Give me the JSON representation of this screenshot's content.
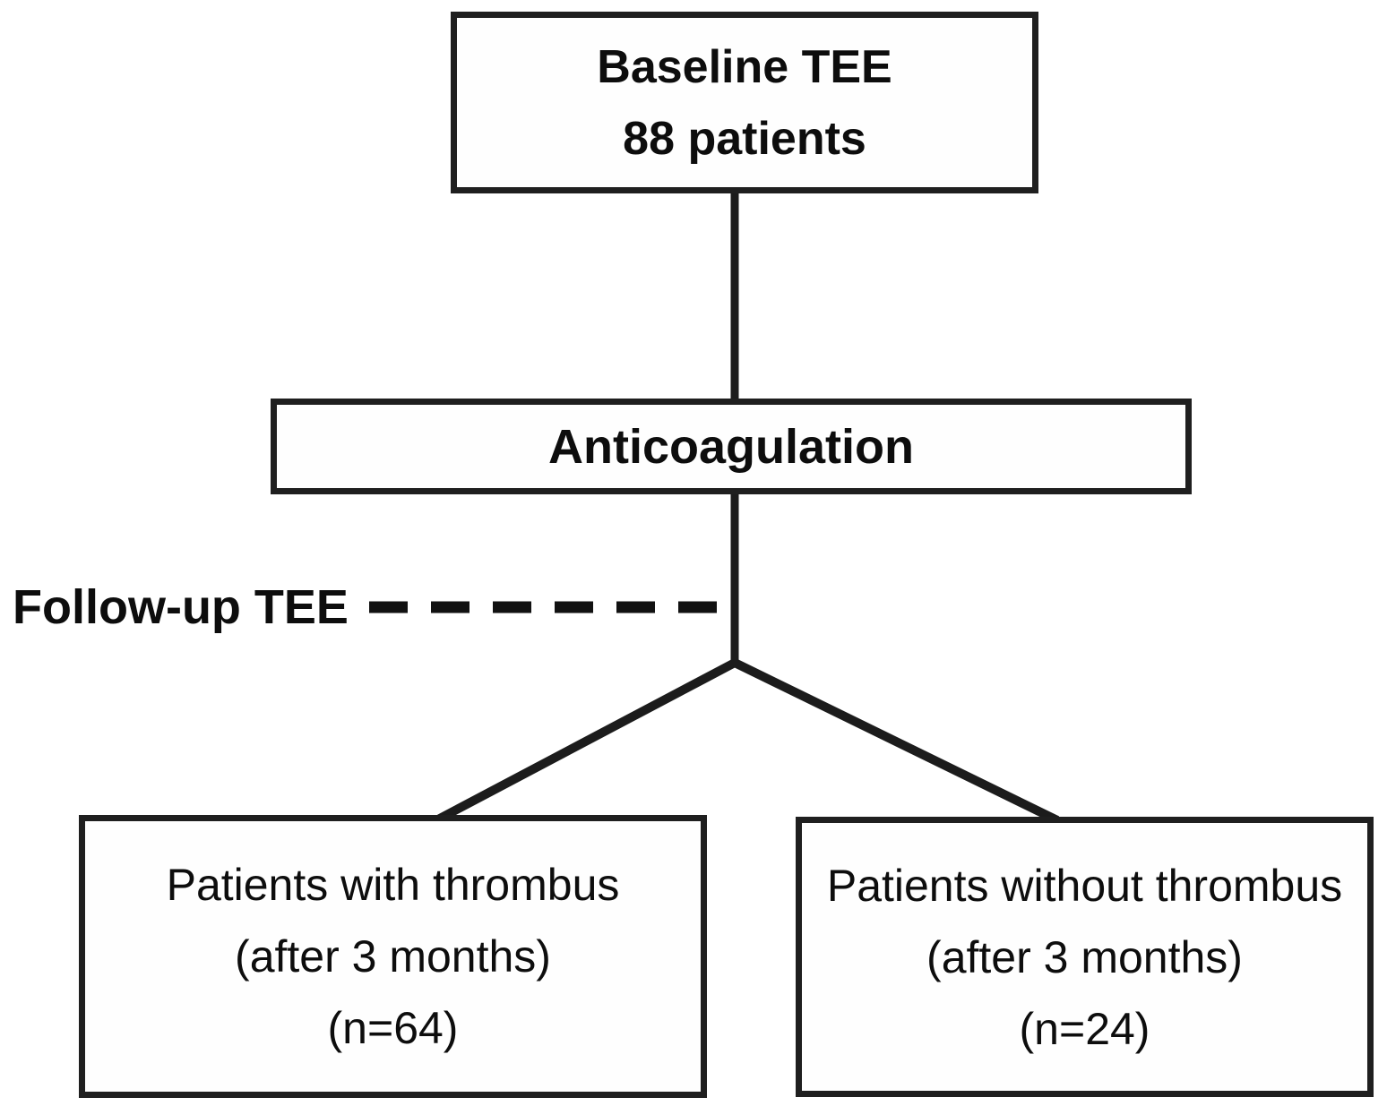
{
  "figure": {
    "type": "flowchart",
    "background_color": "#ffffff",
    "line_color": "#1c1c1c",
    "border_color": "#1f1f1f",
    "text_color": "#0d0d0d",
    "nodes": {
      "baseline": {
        "line1": "Baseline TEE",
        "line2": "88 patients"
      },
      "anticoagulation": {
        "label": "Anticoagulation"
      },
      "with_thrombus": {
        "line1": "Patients with thrombus",
        "line2": "(after 3 months)",
        "line3": "(n=64)"
      },
      "without_thrombus": {
        "line1": "Patients without thrombus",
        "line2": "(after 3 months)",
        "line3": "(n=24)"
      }
    },
    "annotations": {
      "followup_label": "Follow-up TEE"
    },
    "edges": [
      {
        "from": "baseline",
        "to": "anticoagulation",
        "style": "solid"
      },
      {
        "from": "anticoagulation",
        "to": "with_thrombus",
        "style": "solid"
      },
      {
        "from": "anticoagulation",
        "to": "without_thrombus",
        "style": "solid"
      },
      {
        "from": "followup_label",
        "to": "anticoagulation-branch",
        "style": "dashed"
      }
    ]
  }
}
